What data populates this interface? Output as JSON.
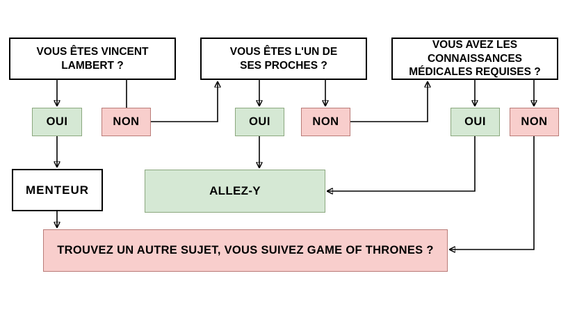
{
  "diagram": {
    "title": "Vincent Lambert flowchart",
    "nodes": {
      "question1": "VOUS ÊTES VINCENT LAMBERT ?",
      "question2": "VOUS ÊTES L'UN DE SES PROCHES ?",
      "question3": "VOUS AVEZ LES CONNAISSANCES MÉDICALES REQUISES ?",
      "oui1": "OUI",
      "non1": "NON",
      "oui2": "OUI",
      "non2": "NON",
      "oui3": "OUI",
      "non3": "NON",
      "menteur": "MENTEUR",
      "allez_y": "ALLEZ-Y",
      "final": "TROUVEZ UN AUTRE SUJET, VOUS SUIVEZ GAME OF THRONES ?"
    },
    "edges": [
      {
        "from": "question1",
        "to": "oui1",
        "arrowhead": true
      },
      {
        "from": "question1",
        "to": "non1",
        "arrowhead": false
      },
      {
        "from": "non1",
        "to": "question2",
        "arrowhead": true
      },
      {
        "from": "question2",
        "to": "oui2",
        "arrowhead": true
      },
      {
        "from": "question2",
        "to": "non2",
        "arrowhead": true
      },
      {
        "from": "non2",
        "to": "question3",
        "arrowhead": true
      },
      {
        "from": "question3",
        "to": "oui3",
        "arrowhead": true
      },
      {
        "from": "question3",
        "to": "non3",
        "arrowhead": true
      },
      {
        "from": "oui1",
        "to": "menteur",
        "arrowhead": true
      },
      {
        "from": "menteur",
        "to": "final",
        "arrowhead": true
      },
      {
        "from": "oui2",
        "to": "allez_y",
        "arrowhead": true
      },
      {
        "from": "oui3",
        "to": "allez_y",
        "arrowhead": true
      },
      {
        "from": "non3",
        "to": "final",
        "arrowhead": true
      }
    ],
    "colors": {
      "yes_fill": "#d5e8d4",
      "yes_border": "#8ba77e",
      "no_fill": "#f8cecc",
      "no_border": "#b97b77",
      "box_fill": "#ffffff",
      "box_border": "#000000",
      "arrow": "#000000"
    }
  }
}
